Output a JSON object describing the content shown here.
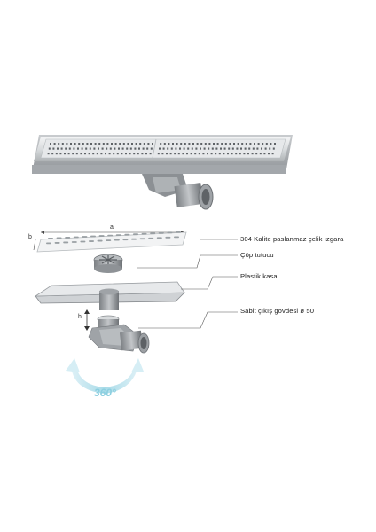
{
  "labels": {
    "grate": "304 Kalite paslanmaz çelik ızgara",
    "strainer": "Çöp tutucu",
    "body": "Plastik kasa",
    "outlet": "Sabit çıkış gövdesi ø 50"
  },
  "dimensions": {
    "a": "a",
    "b": "b",
    "h": "h"
  },
  "rotation": "360°"
}
